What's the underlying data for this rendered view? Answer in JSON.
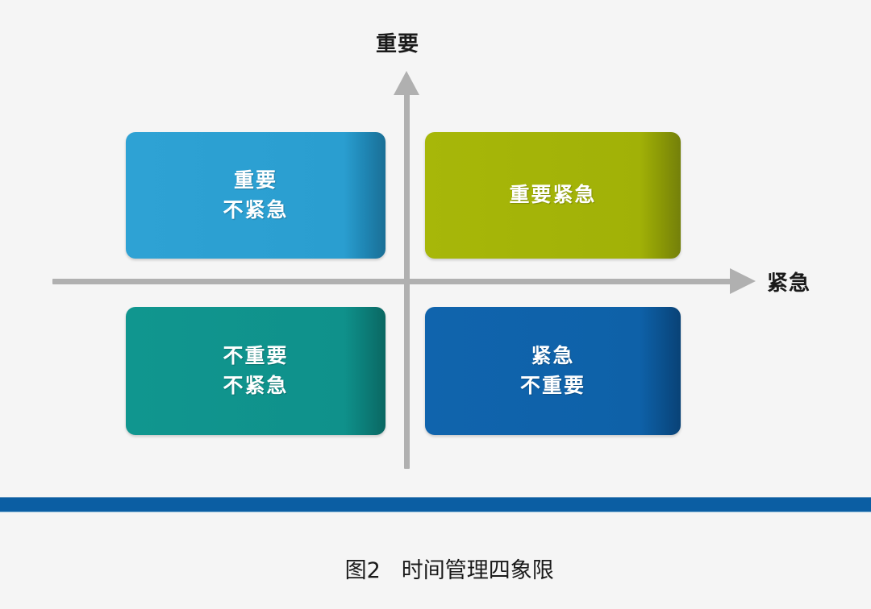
{
  "figure": {
    "background_color": "#f5f5f5",
    "axis_color": "#b0b0b0",
    "axes": {
      "vertical_label": "重要",
      "horizontal_label": "紧急"
    },
    "quadrants": [
      {
        "id": "top-left",
        "line1": "重要",
        "line2": "不紧急",
        "color": "#2a9fd0",
        "color_name": "light-blue"
      },
      {
        "id": "top-right",
        "line1": "重要紧急",
        "line2": "",
        "color": "#a2b207",
        "color_name": "olive-green"
      },
      {
        "id": "bottom-left",
        "line1": "不重要",
        "line2": "不紧急",
        "color": "#10938d",
        "color_name": "teal"
      },
      {
        "id": "bottom-right",
        "line1": "紧急",
        "line2": "不重要",
        "color": "#0e61a8",
        "color_name": "dark-blue"
      }
    ],
    "rule": {
      "color": "#0b5ea3"
    },
    "caption": {
      "number": "图2",
      "text": "时间管理四象限"
    }
  }
}
